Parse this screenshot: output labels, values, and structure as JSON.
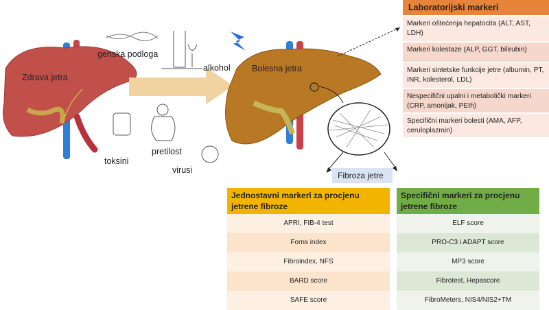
{
  "labels": {
    "healthy_liver": "Zdrava jetra",
    "diseased_liver": "Bolesna jetra",
    "genetics": "genska podloga",
    "alcohol": "alkohol",
    "toxins": "toksini",
    "obesity": "pretilost",
    "viruses": "virusi",
    "fibrosis": "Fibroza jetre"
  },
  "lab_markers": {
    "title": "Laboratorijski markeri",
    "items": [
      "Markeri oštećenja hepatocita (ALT, AST, LDH)",
      "Markeri kolestaze (ALP, GGT, bilirubin)",
      "Markeri sintetske funkcije jetre (albumin, PT, INR, kolesterol, LDL)",
      "Nespecifični upalni i metabolički markeri (CRP, amonijak, PEth)",
      "Specifični markeri bolesti (AMA, AFP, ceruloplazmin)"
    ]
  },
  "simple_markers": {
    "title": "Jednostavni markeri za procjenu jetrene fibroze",
    "items": [
      "APRI, FIB-4 test",
      "Forns index",
      "Fibroindex, NFS",
      "BARD score",
      "SAFE score"
    ]
  },
  "specific_markers": {
    "title": "Specifični markeri za procjenu jetrene fibroze",
    "items": [
      "ELF score",
      "PRO-C3 i ADAPT score",
      "MP3 score",
      "Fibrotest, Hepascore",
      "FibroMeters, NIS4/NIS2+TM"
    ]
  },
  "colors": {
    "lab_header": "#e8843a",
    "simple_header": "#f2b400",
    "specific_header": "#70ad47",
    "fibrosis_box": "#dae3f3",
    "arrow": "#f0d3a0"
  }
}
